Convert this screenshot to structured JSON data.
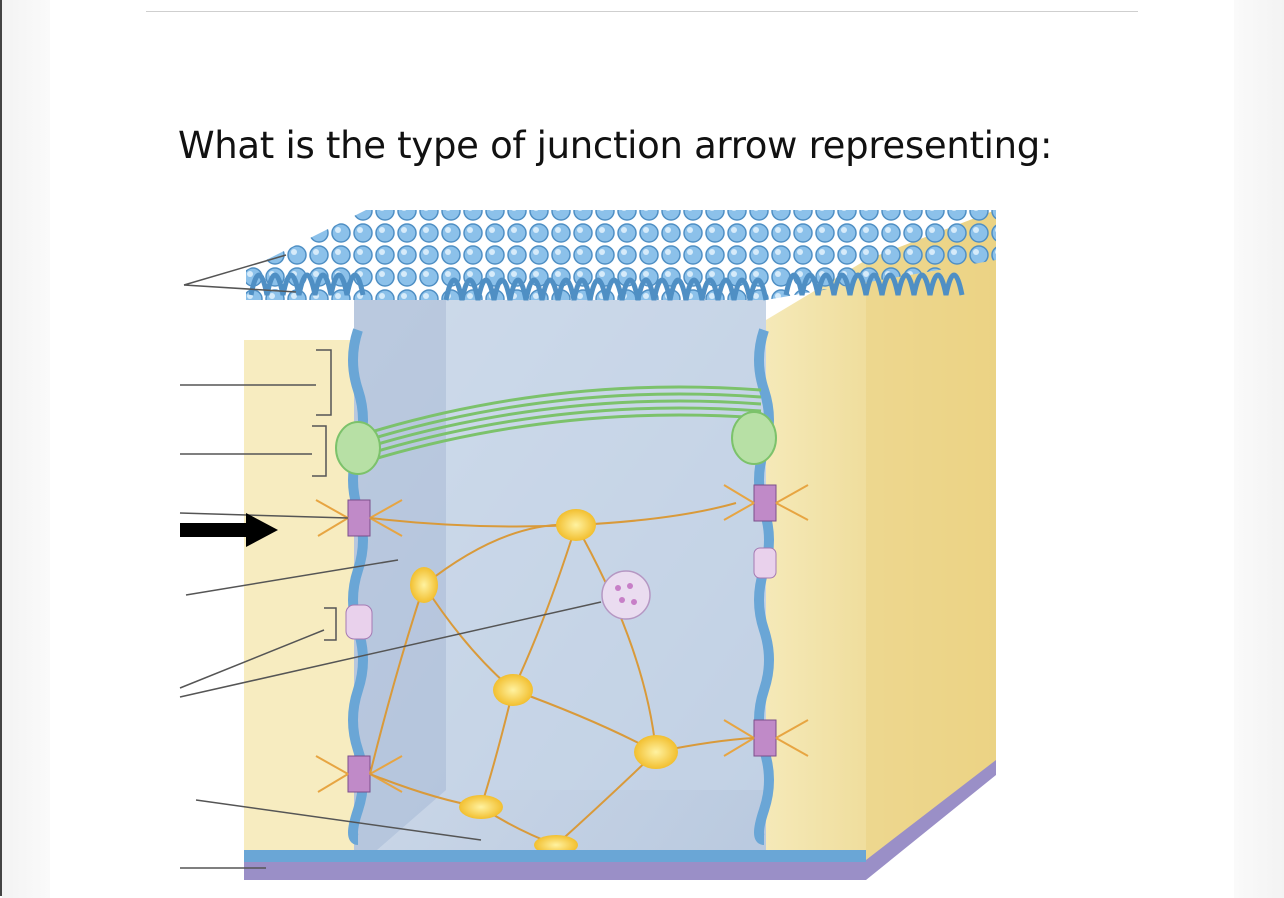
{
  "document": {
    "question_text": "What is the type of junction arrow representing:"
  },
  "figure": {
    "subject": "epithelial cell junctions diagram",
    "arrow": "right-arrow",
    "colors": {
      "cytoplasm": "#f7ecc0",
      "cell_interior": "#c4d3e6",
      "membrane": "#6aa6d6",
      "microvilli": "#7fb7e3",
      "tight_junction_band": "#7cc26b",
      "desmosome_plaque": "#f5c84a",
      "filaments": "#d99a3a",
      "basement_membrane": "#9a8fc7"
    }
  }
}
